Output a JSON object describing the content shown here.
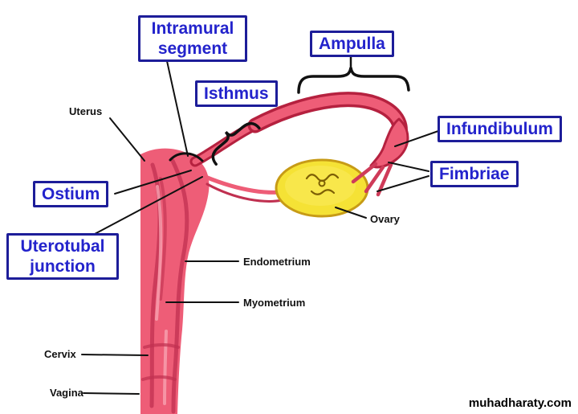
{
  "boxed_labels": {
    "intramural": "Intramural segment",
    "ampulla": "Ampulla",
    "isthmus": "Isthmus",
    "infundibulum": "Infundibulum",
    "fimbriae": "Fimbriae",
    "ostium": "Ostium",
    "uterotubal": "Uterotubal junction"
  },
  "plain_labels": {
    "uterus": "Uterus",
    "ovary": "Ovary",
    "endometrium": "Endometrium",
    "myometrium": "Myometrium",
    "cervix": "Cervix",
    "vagina": "Vagina"
  },
  "watermark": "muhadharaty.com",
  "colors": {
    "label_text_blue": "#2323cc",
    "label_border_blue": "#1d1d99",
    "line_black": "#111111",
    "tube_pink": "#ee5d77",
    "tube_dark_red": "#b5213f",
    "streak_red": "#c03050",
    "highlight_pink": "#f7a2b0",
    "ovary_yellow": "#f5e235",
    "ovary_outline": "#c79b16",
    "ovary_scribble": "#7d5f05"
  }
}
